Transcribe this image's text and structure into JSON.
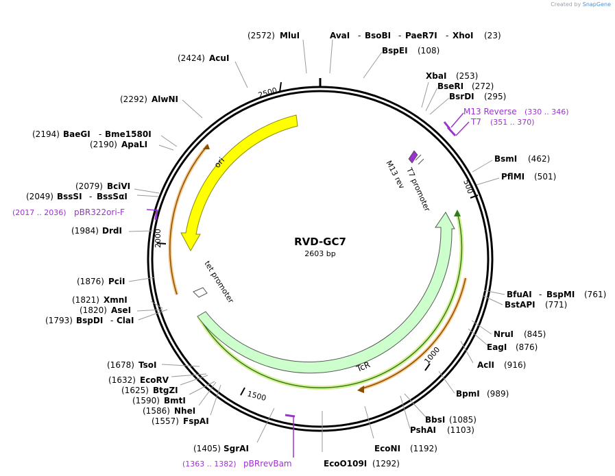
{
  "credit": {
    "prefix": "Created by",
    "brand": "SnapGene"
  },
  "plasmid": {
    "name": "RVD-GC7",
    "length_text": "2603 bp",
    "length": 2603
  },
  "colors": {
    "backbone": "#000000",
    "ori": "#ffff00",
    "tcr": "#ccffcc",
    "primer": "#9933cc",
    "orange": "#e3942a",
    "green": "#2f7d1a"
  },
  "tick_labels": [
    "500",
    "1000",
    "1500",
    "2000",
    "2500"
  ],
  "features": {
    "ori": "ori",
    "tcr": "TcR",
    "tet_promoter": "tet promoter",
    "t7_promoter": "T7 promoter",
    "m13_rev": "M13 rev"
  },
  "enzymes": [
    {
      "name": "MluI",
      "pos": "(2572)"
    },
    {
      "name": "AvaI",
      "pos": ""
    },
    {
      "name": "BsoBI",
      "pos": ""
    },
    {
      "name": "PaeR7I",
      "pos": ""
    },
    {
      "name": "XhoI",
      "pos": "(23)"
    },
    {
      "name": "BspEI",
      "pos": "(108)"
    },
    {
      "name": "XbaI",
      "pos": "(253)"
    },
    {
      "name": "BseRI",
      "pos": "(272)"
    },
    {
      "name": "BsrDI",
      "pos": "(295)"
    },
    {
      "name": "BsmI",
      "pos": "(462)"
    },
    {
      "name": "PflMI",
      "pos": "(501)"
    },
    {
      "name": "BfuAI",
      "pos": ""
    },
    {
      "name": "BspMI",
      "pos": "(761)"
    },
    {
      "name": "BstAPI",
      "pos": "(771)"
    },
    {
      "name": "NruI",
      "pos": "(845)"
    },
    {
      "name": "EagI",
      "pos": "(876)"
    },
    {
      "name": "AclI",
      "pos": "(916)"
    },
    {
      "name": "BpmI",
      "pos": "(989)"
    },
    {
      "name": "BbsI",
      "pos": "(1085)"
    },
    {
      "name": "PshAI",
      "pos": "(1103)"
    },
    {
      "name": "EcoNI",
      "pos": "(1192)"
    },
    {
      "name": "EcoO109I",
      "pos": "(1292)"
    },
    {
      "name": "SgrAI",
      "pos": "(1405)"
    },
    {
      "name": "FspAI",
      "pos": "(1557)"
    },
    {
      "name": "NheI",
      "pos": "(1586)"
    },
    {
      "name": "BmtI",
      "pos": "(1590)"
    },
    {
      "name": "BtgZI",
      "pos": "(1625)"
    },
    {
      "name": "EcoRV",
      "pos": "(1632)"
    },
    {
      "name": "TsoI",
      "pos": "(1678)"
    },
    {
      "name": "BspDI",
      "pos": "(1793)"
    },
    {
      "name": "ClaI",
      "pos": ""
    },
    {
      "name": "AseI",
      "pos": "(1820)"
    },
    {
      "name": "XmnI",
      "pos": "(1821)"
    },
    {
      "name": "PciI",
      "pos": "(1876)"
    },
    {
      "name": "DrdI",
      "pos": "(1984)"
    },
    {
      "name": "BssSI",
      "pos": "(2049)"
    },
    {
      "name": "BssSαI",
      "pos": ""
    },
    {
      "name": "BciVI",
      "pos": "(2079)"
    },
    {
      "name": "ApaLI",
      "pos": "(2190)"
    },
    {
      "name": "BaeGI",
      "pos": "(2194)"
    },
    {
      "name": "Bme1580I",
      "pos": ""
    },
    {
      "name": "AlwNI",
      "pos": "(2292)"
    },
    {
      "name": "AcuI",
      "pos": "(2424)"
    }
  ],
  "primers": [
    {
      "name": "M13 Reverse",
      "range": "(330 .. 346)"
    },
    {
      "name": "T7",
      "range": "(351 .. 370)"
    },
    {
      "name": "pBR322ori-F",
      "range": "(2017 .. 2036)"
    },
    {
      "name": "pBRrevBam",
      "range": "(1363 .. 1382)"
    }
  ]
}
